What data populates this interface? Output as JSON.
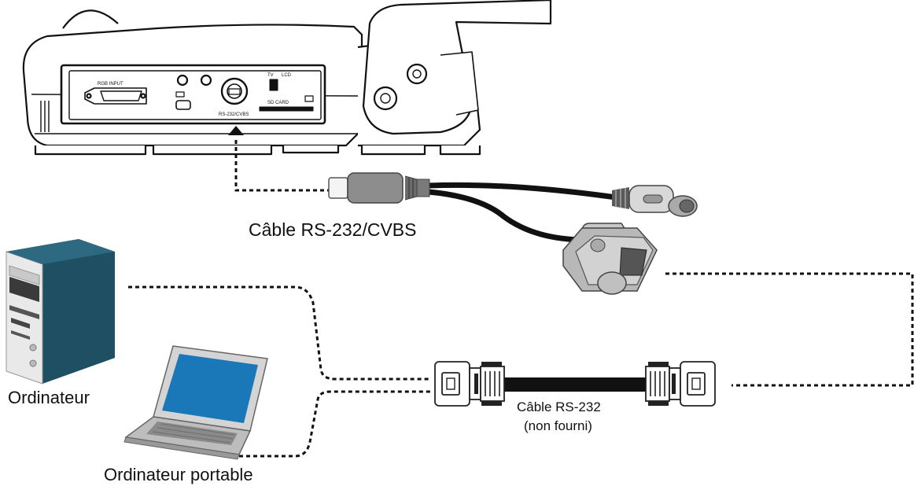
{
  "labels": {
    "cable_cvbs": "Câble RS-232/CVBS",
    "ordinateur": "Ordinateur",
    "ordinateur_portable": "Ordinateur portable",
    "cable_rs232": "Câble RS-232",
    "non_fourni": "(non fourni)"
  },
  "panel_labels": {
    "rgb_input": "RGB INPUT",
    "tv": "TV",
    "lcd": "LCD",
    "sd_card": "SD CARD",
    "rs232_port": "RS-232/CVBS"
  },
  "colors": {
    "line": "#111111",
    "monitor_screen": "#1a78b8",
    "tower_side": "#1f4f63",
    "tower_front": "#e9e9e9",
    "cable_grey": "#9a9a9a"
  }
}
